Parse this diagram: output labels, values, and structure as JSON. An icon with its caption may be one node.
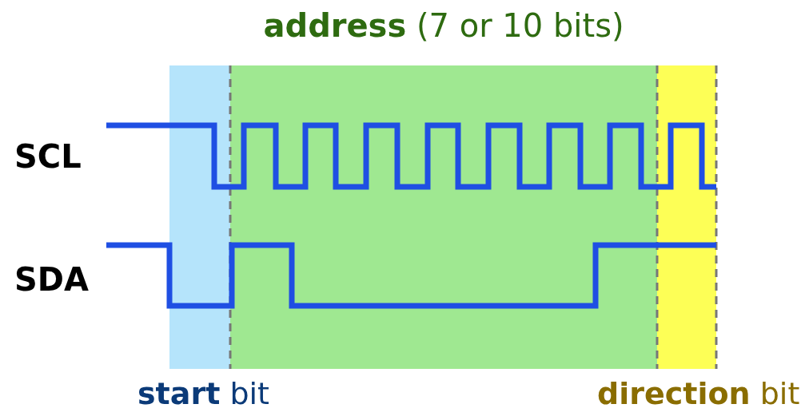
{
  "diagram": {
    "labels": [
      "**address** (7 or 10 bits)",
      "SCL",
      "SDA",
      "**start** bit",
      "**direction** bit"
    ]
  }
}
